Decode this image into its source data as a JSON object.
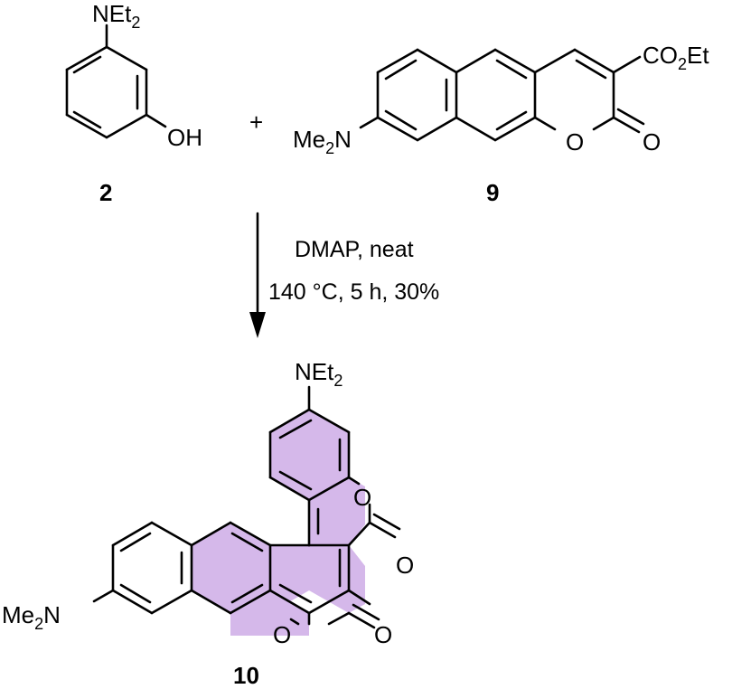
{
  "scheme": {
    "plus_sign": "+",
    "reactant_1": {
      "number": "2",
      "amine_label": "NEt",
      "amine_subscript": "2",
      "hydroxyl_label": "OH"
    },
    "reactant_2": {
      "number": "9",
      "ester_label_a": "CO",
      "ester_subscript": "2",
      "ester_label_b": "Et",
      "amine_label_a": "Me",
      "amine_subscript": "2",
      "amine_label_b": "N",
      "ring_oxygen": "O",
      "carbonyl_oxygen": "O"
    },
    "conditions": {
      "line_1": "DMAP,  neat",
      "line_2": "140 °C, 5 h, 30%"
    },
    "product": {
      "number": "10",
      "amine_top_label": "NEt",
      "amine_top_subscript": "2",
      "amine_left_label_a": "Me",
      "amine_left_subscript": "2",
      "amine_left_label_b": "N",
      "ring_oxygen_upper": "O",
      "carbonyl_oxygen_upper": "O",
      "ring_oxygen_lower": "O",
      "carbonyl_oxygen_lower": "O",
      "highlight_color": "#d5b8ea"
    }
  }
}
